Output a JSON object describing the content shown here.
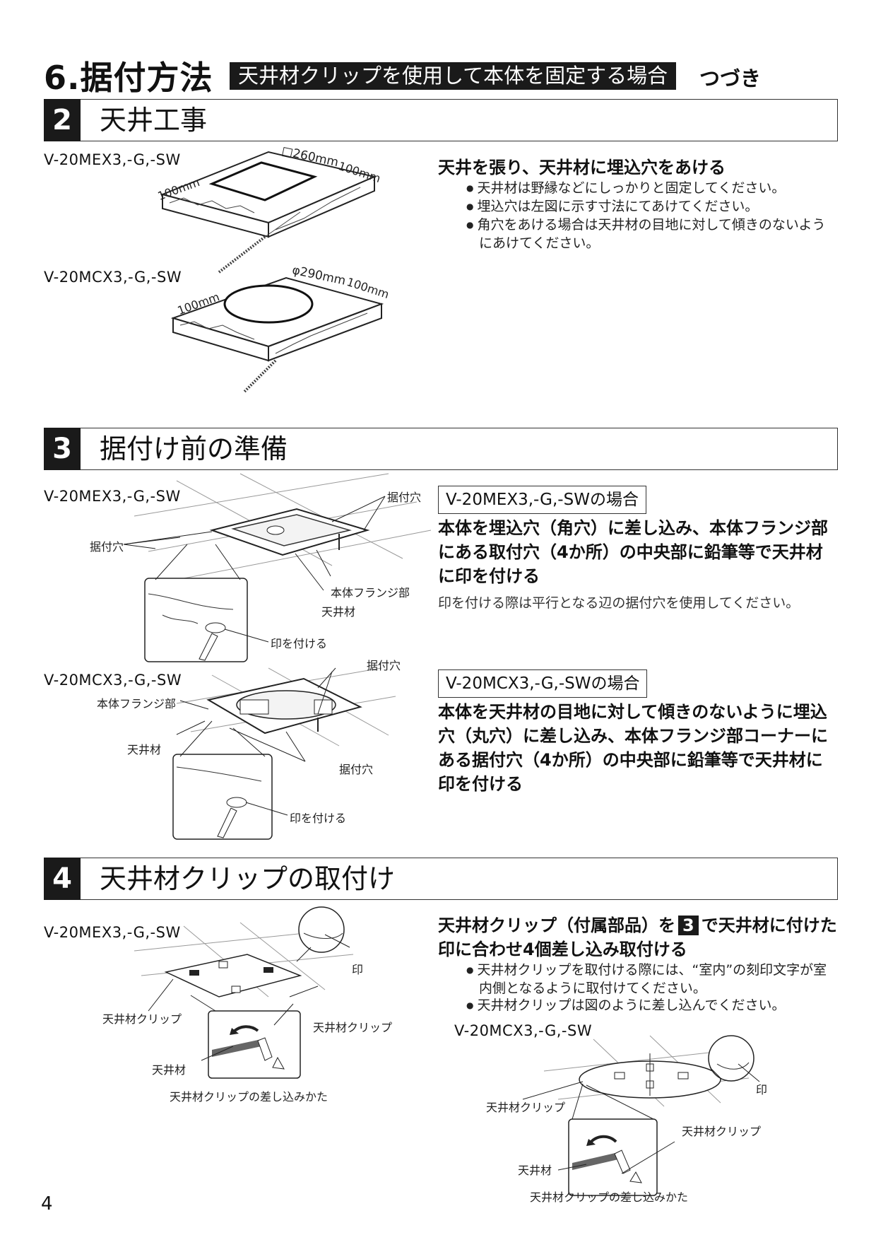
{
  "chapter": {
    "title": "6.据付方法",
    "tag": "天井材クリップを使用して本体を固定する場合",
    "continued": "つづき"
  },
  "section2": {
    "number": "2",
    "title": "天井工事",
    "model_a": "V-20MEX3,-G,-SW",
    "model_b": "V-20MCX3,-G,-SW",
    "dim_square": "□260mm",
    "dim_round": "φ290mm",
    "dim_100": "100mm",
    "heading": "天井を張り、天井材に埋込穴をあける",
    "bullets": [
      "天井材は野縁などにしっかりと固定してください。",
      "埋込穴は左図に示す寸法にてあけてください。",
      "角穴をあける場合は天井材の目地に対して傾きのないようにあけてください。"
    ]
  },
  "section3": {
    "number": "3",
    "title": "据付け前の準備",
    "model_a": "V-20MEX3,-G,-SW",
    "model_b": "V-20MCX3,-G,-SW",
    "labels": {
      "hole": "据付穴",
      "flange": "本体フランジ部",
      "ceiling": "天井材",
      "mark": "印を付ける"
    },
    "case_a": "V-20MEX3,-G,-SWの場合",
    "body_a": "本体を埋込穴（角穴）に差し込み、本体フランジ部にある取付穴（4か所）の中央部に鉛筆等で天井材に印を付ける",
    "note_a": "印を付ける際は平行となる辺の据付穴を使用してください。",
    "case_b": "V-20MCX3,-G,-SWの場合",
    "body_b": "本体を天井材の目地に対して傾きのないように埋込穴（丸穴）に差し込み、本体フランジ部コーナーにある据付穴（4か所）の中央部に鉛筆等で天井材に印を付ける"
  },
  "section4": {
    "number": "4",
    "title": "天井材クリップの取付け",
    "model_a": "V-20MEX3,-G,-SW",
    "model_b": "V-20MCX3,-G,-SW",
    "heading_pre": "天井材クリップ（付属部品）を",
    "heading_ref": "3",
    "heading_post": "で天井材に付けた印に合わせ4個差し込み取付ける",
    "bullets": [
      "天井材クリップを取付ける際には、“室内”の刻印文字が室内側となるように取付けてください。",
      "天井材クリップは図のように差し込んでください。"
    ],
    "labels": {
      "clip": "天井材クリップ",
      "ceiling": "天井材",
      "mark": "印",
      "insert": "天井材クリップの差し込みかた"
    }
  },
  "page_number": "4"
}
